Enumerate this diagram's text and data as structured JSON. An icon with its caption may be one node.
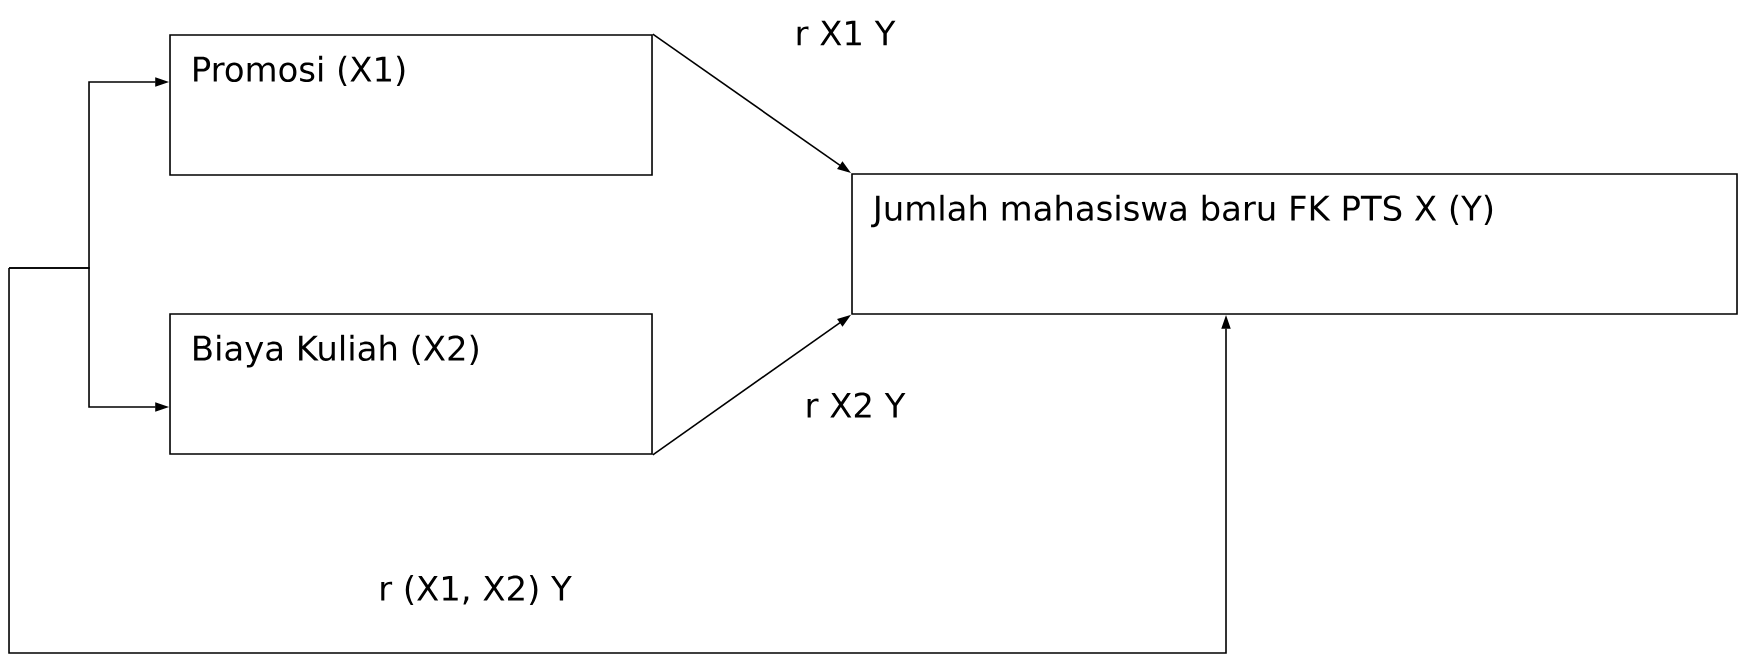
{
  "diagram": {
    "nodes": [
      {
        "text": [
          "Promosi (X1)"
        ]
      },
      {
        "text": [
          "Biaya Kuliah (X2)"
        ]
      },
      {
        "text": [
          "Jumlah mahasiswa baru FK PTS X (Y)"
        ]
      }
    ],
    "edges": [
      {
        "from": 0,
        "to": 2,
        "arrow": "to",
        "label": "r X1 Y"
      },
      {
        "from": 1,
        "to": 2,
        "arrow": "to",
        "label": "r X2 Y"
      },
      {
        "from": null,
        "to": 0,
        "arrow": "to"
      },
      {
        "from": null,
        "to": 1,
        "arrow": "to"
      },
      {
        "from": null,
        "to": 2,
        "arrow": "to",
        "label": "r (X1, X2) Y"
      }
    ]
  }
}
